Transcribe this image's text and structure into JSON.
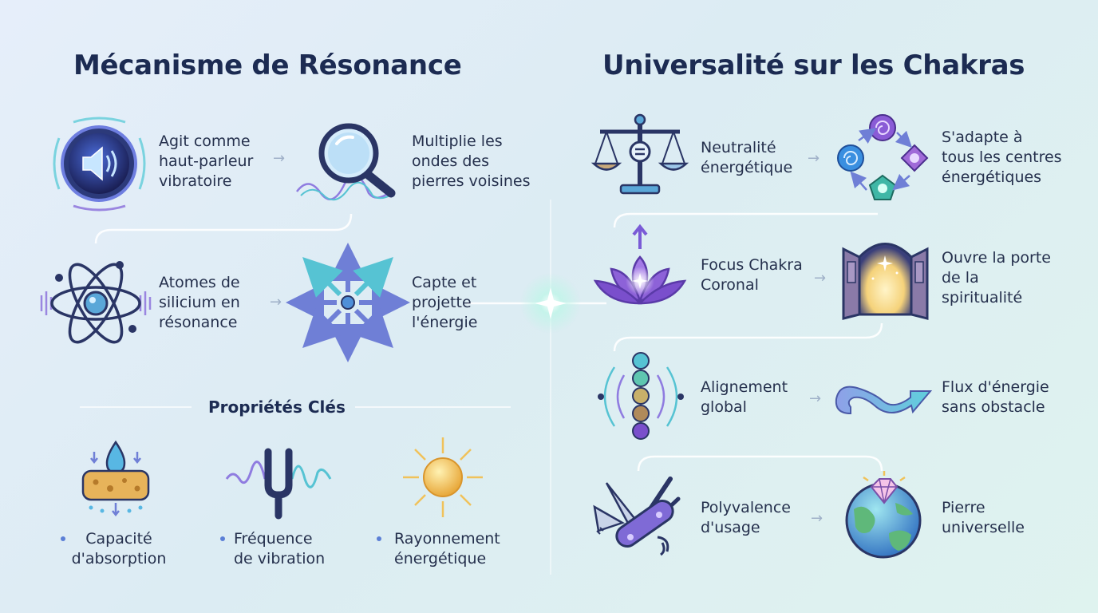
{
  "left": {
    "title": "Mécanisme de Résonance",
    "items": [
      {
        "label": "Agit comme\nhaut-parleur\nvibratoire"
      },
      {
        "label": "Multiplie les\nondes des\npierres voisines"
      },
      {
        "label": "Atomes de\nsilicium en\nrésonance"
      },
      {
        "label": "Capte et\nprojette\nl'énergie"
      }
    ],
    "properties": {
      "title": "Propriétés Clés",
      "items": [
        {
          "label": "Capacité\nd'absorption"
        },
        {
          "label": "Fréquence\nde vibration"
        },
        {
          "label": "Rayonnement\nénergétique"
        }
      ]
    }
  },
  "right": {
    "title": "Universalité sur les Chakras",
    "items": [
      {
        "label": "Neutralité\nénergétique"
      },
      {
        "label": "S'adapte à\ntous les centres\nénergétiques"
      },
      {
        "label": "Focus Chakra\nCoronal"
      },
      {
        "label": "Ouvre la porte\nde la\nspiritualité"
      },
      {
        "label": "Alignement\nglobal"
      },
      {
        "label": "Flux d'énergie\nsans obstacle"
      },
      {
        "label": "Polyvalence\nd'usage"
      },
      {
        "label": "Pierre\nuniverselle"
      }
    ]
  },
  "colors": {
    "accent": "#6a4fc7",
    "primary": "#1c2b52",
    "teal": "#3fb7c6",
    "blue": "#5b7fd6"
  }
}
